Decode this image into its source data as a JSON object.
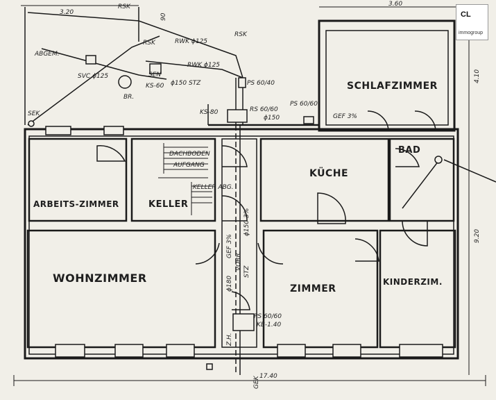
{
  "logo": {
    "mark": "CL",
    "brand": "immogroup"
  },
  "rooms": {
    "schlafzimmer": "SCHLAFZIMMER",
    "kueche": "KÜCHE",
    "bad": "BAD",
    "arbeitszimmer": "ARBEITS-ZIMMER",
    "keller": "KELLER",
    "wohnzimmer": "WOHNZIMMER",
    "zimmer": "ZIMMER",
    "kinderzimmer": "KINDERZIM."
  },
  "annotations": {
    "rsk_top": "RSK",
    "rsk_mid": "RSK",
    "rsk_left": "RSK",
    "abgem": "ABGEM.",
    "rwk1": "RWK ϕ125",
    "rwk2": "RWK ϕ125",
    "svc": "SVC ϕ125",
    "sen": "SEN",
    "stz": "ϕ150 STZ",
    "ks60": "KS-60",
    "br": "BR.",
    "sek": "SEK",
    "ps_right": "PS 60/40",
    "ks80": "KS-80",
    "rs60": "RS 60/60",
    "ps60": "PS 60/60",
    "phi150": "ϕ150",
    "gef": "GEF 3%",
    "dachboden": "DACHBODEN",
    "aufgang": "AUFGANG",
    "kellerabg": "KELLER ABG.",
    "gef_corr": "GEF 3%",
    "phi180": "ϕ180",
    "vorr": "VORR.",
    "phi150b": "ϕ150 3%",
    "stz_b": "STZ",
    "ps_bottom": "PS 60/60",
    "kb": "KB-1.40",
    "zh": "Z.H.",
    "gek": "GEK"
  },
  "dimensions": {
    "top_left": "3.20",
    "top_right": "3.60",
    "side_top": "4.10",
    "side_bottom": "9.20",
    "bottom": "17.40",
    "small": "90"
  }
}
